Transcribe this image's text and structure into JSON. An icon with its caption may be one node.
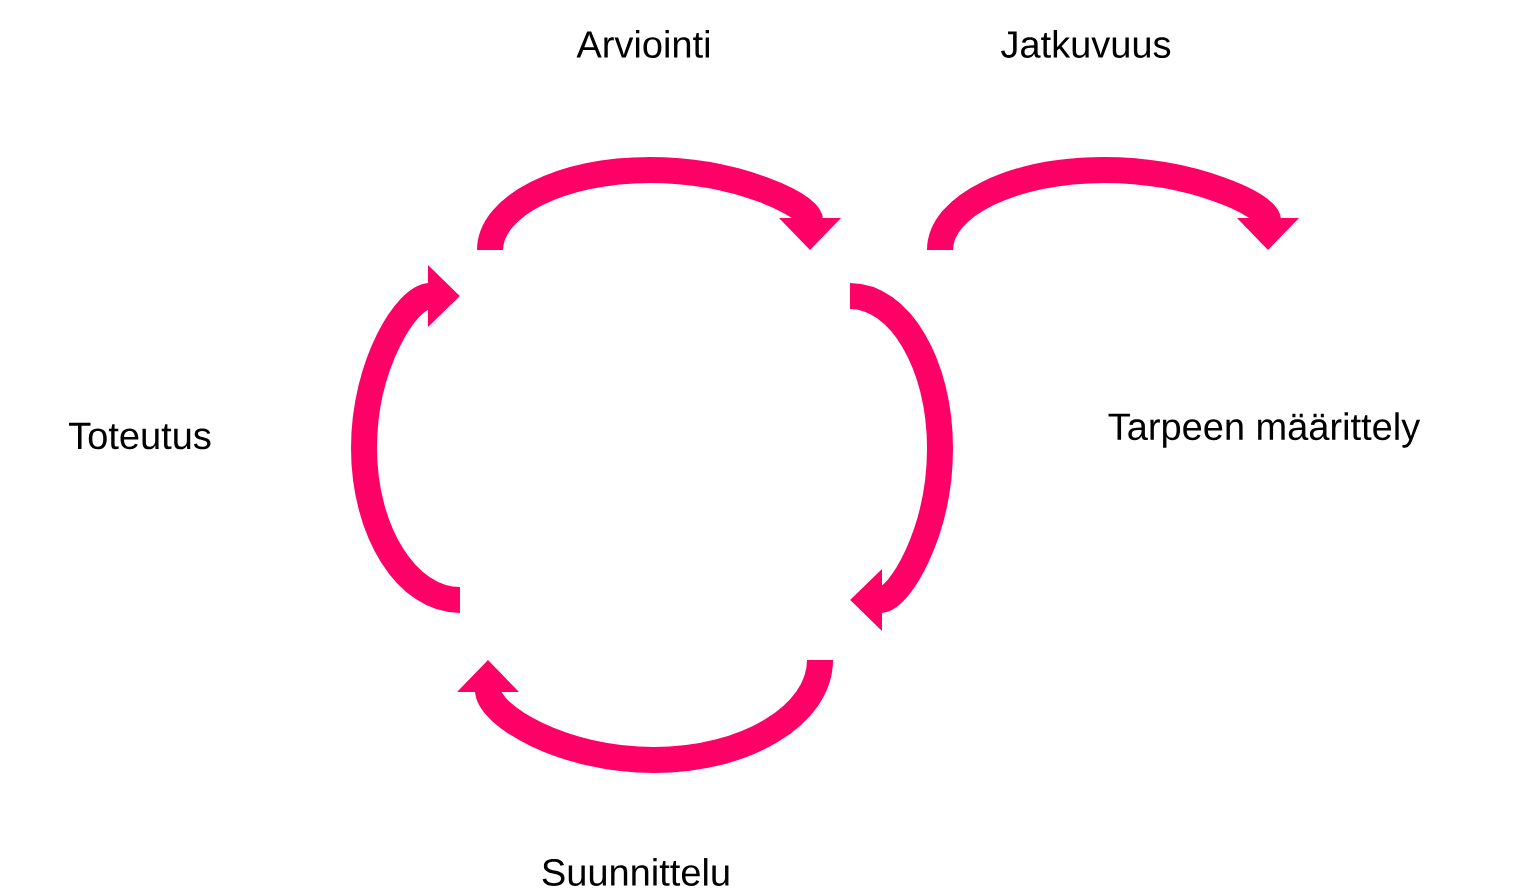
{
  "diagram": {
    "labels": [
      "Arviointi",
      "Jatkuvuus",
      "Toteutus",
      "Tarpeen määrittely",
      "Suunnittelu"
    ]
  }
}
